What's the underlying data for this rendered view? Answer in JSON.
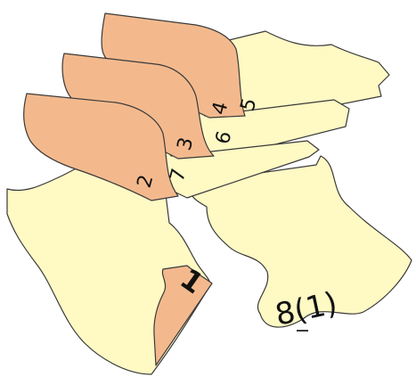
{
  "colors": {
    "orange_piece": "#f3b98d",
    "cream_piece": "#fff9c4",
    "outline": "#3a3a3a",
    "label": "#111111"
  },
  "labels": {
    "piece_1": "1",
    "piece_2": "2",
    "piece_3": "3",
    "piece_4": "4",
    "piece_5": "5",
    "piece_6": "6",
    "piece_7": "7",
    "piece_8": "8(1)"
  }
}
